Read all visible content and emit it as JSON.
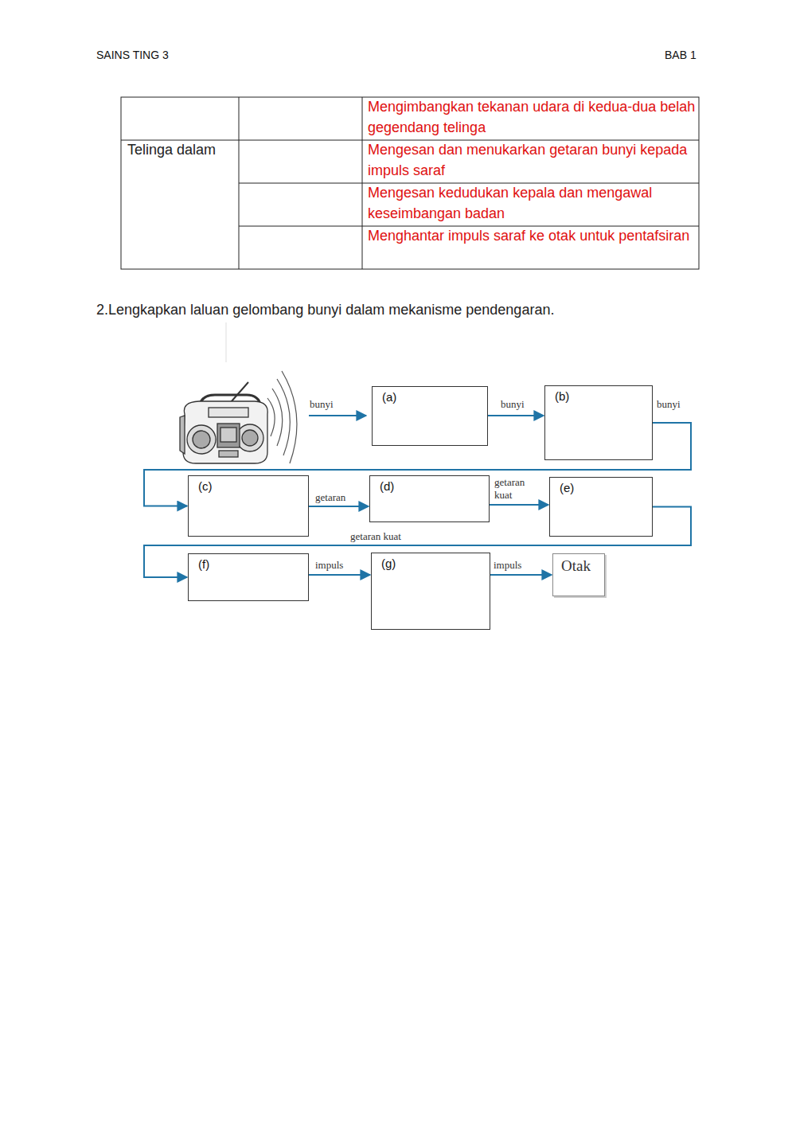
{
  "diagram": {
    "title": "2.Lengkapkan laluan gelombang bunyi dalam mekanisme pendengaran.",
    "nodes": [
      {
        "text": [
          "(a)"
        ]
      },
      {
        "text": [
          "(b)"
        ]
      },
      {
        "text": [
          "(c)"
        ]
      },
      {
        "text": [
          "(d)"
        ]
      },
      {
        "text": [
          "(e)"
        ]
      },
      {
        "text": [
          "(f)"
        ]
      },
      {
        "text": [
          "(g)"
        ]
      },
      {
        "text": [
          "Otak"
        ]
      }
    ],
    "edges": [
      {
        "from": 0,
        "to": 1,
        "label": "bunyi",
        "arrow": "to"
      },
      {
        "from": 1,
        "to": 2,
        "label": "bunyi",
        "arrow": "to"
      },
      {
        "from": 2,
        "to": 3,
        "label": "getaran",
        "arrow": "to"
      },
      {
        "from": 3,
        "to": 4,
        "label": "getaran kuat",
        "arrow": "to"
      },
      {
        "from": 4,
        "to": 5,
        "label": "getaran kuat",
        "arrow": "to"
      },
      {
        "from": 5,
        "to": 6,
        "label": "impuls",
        "arrow": "to"
      },
      {
        "from": 6,
        "to": 7,
        "label": "impuls",
        "arrow": "to"
      }
    ],
    "labels": [
      "SAINS TING 3",
      "BAB 1",
      "Mengimbangkan tekanan udara di kedua-dua belah gegendang telinga",
      "Telinga dalam",
      "Mengesan dan menukarkan getaran bunyi kepada impuls saraf",
      "Mengesan kedudukan kepala dan mengawal keseimbangan badan",
      "Menghantar impuls saraf ke otak untuk pentafsiran",
      "bunyi"
    ]
  }
}
